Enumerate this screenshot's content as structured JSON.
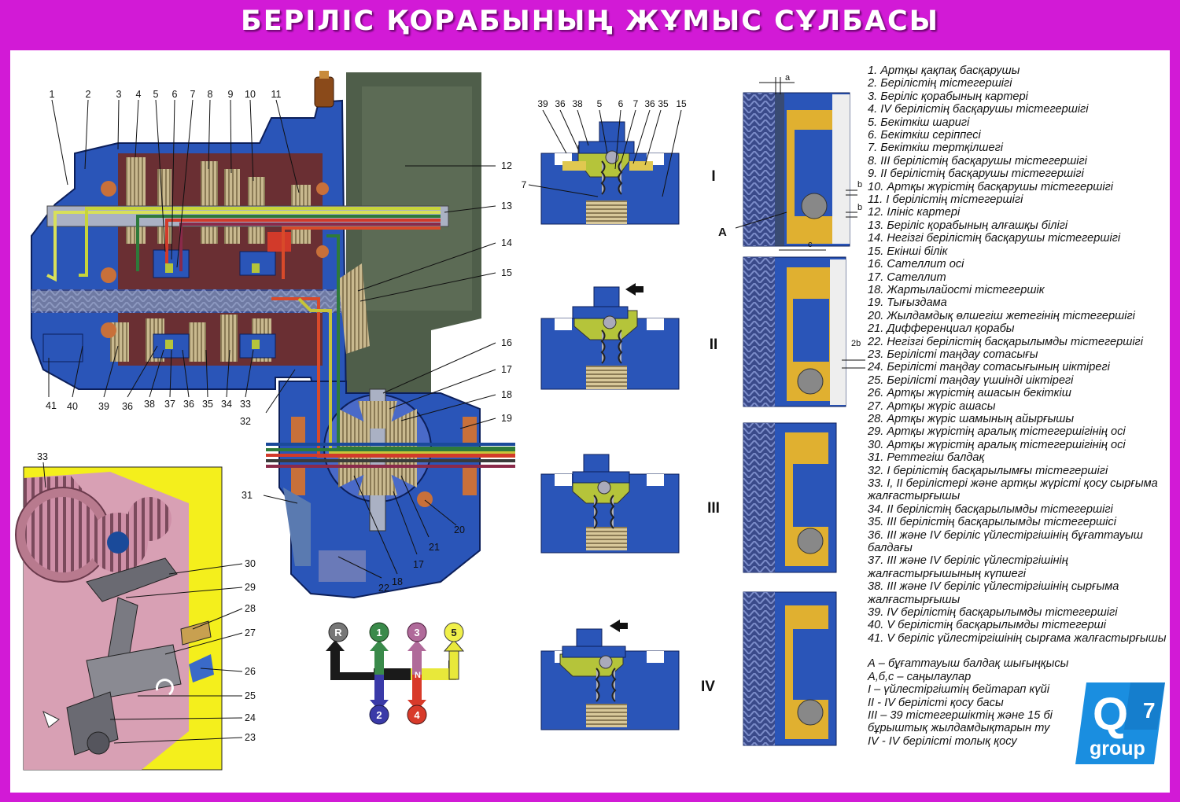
{
  "title": "БЕРІЛІС ҚОРАБЫНЫҢ ЖҰМЫС СҰЛБАСЫ",
  "main_callouts": [
    "1",
    "2",
    "3",
    "4",
    "5",
    "6",
    "7",
    "8",
    "9",
    "10",
    "11",
    "12",
    "13",
    "14",
    "15",
    "16",
    "17",
    "18",
    "19",
    "41",
    "40",
    "39",
    "36",
    "38",
    "37",
    "36",
    "35",
    "34",
    "33",
    "32",
    "31",
    "22",
    "18",
    "17",
    "21",
    "20"
  ],
  "linkage_callouts": [
    "33",
    "30",
    "29",
    "28",
    "27",
    "26",
    "25",
    "24",
    "23"
  ],
  "detail_callouts": [
    "39",
    "36",
    "38",
    "5",
    "6",
    "7",
    "36",
    "35",
    "15",
    "7"
  ],
  "positions": [
    "I",
    "II",
    "III",
    "IV"
  ],
  "clearance_labels": {
    "a": "a",
    "b": "b",
    "A": "A",
    "c": "c",
    "b2": "b",
    "2b": "2b"
  },
  "gear_pattern": {
    "reverse": "R",
    "first": "1",
    "second": "2",
    "third": "3",
    "fourth": "4",
    "fifth": "5",
    "neutral": "N"
  },
  "colors": {
    "background": "#d21ad6",
    "housing": "#2a55b8",
    "gear": "#c7b48a",
    "yellow_panel": "#f4ef1c",
    "pink_part": "#d8a0b4",
    "green_part": "#b5c43a"
  },
  "legend": [
    "1. Артқы қақпақ басқарушы",
    "2. Берілістің тістегершігі",
    "3. Беріліс қорабының картері",
    "4. IV берілістің басқарушы тістегершігі",
    "5. Бекіткіш шаригі",
    "6. Бекіткіш серіппесі",
    "7. Бекіткіш тертқілшегі",
    "8. III берілістің басқарушы тістегершігі",
    "9. II берілістің басқарушы тістегершігі",
    "10. Артқы жүрістің басқарушы тістегершігі",
    "11. I берілістің тістегершігі",
    "12. Ілініс картері",
    "13. Беріліс қорабының алғашқы білігі",
    "14. Негізгі берілістің басқарушы тістегершігі",
    "15. Екінші білік",
    "16. Сателлит осі",
    "17. Сателлит",
    "18. Жартылайості тістегершік",
    "19. Тығыздама",
    "20. Жылдамдық өлшегіш жетегінің тістегершігі",
    "21. Дифференциал қорабы",
    "22. Негізгі берілістің басқарылымды тістегершігі",
    "23. Берілісті таңдау сотасығы",
    "24. Берілісті таңдау сотасығының иіктірегі",
    "25. Берілісті таңдау үшиінді иіктірегі",
    "26. Артқы жүрістің ашасын бекіткіш",
    "27. Артқы жүріс ашасы",
    "28. Артқы жүріс шамының айырғышы",
    "29. Артқы жүрістің аралық тістегершігінің осі",
    "30. Артқы жүрістің аралық тістегершігінің осі",
    "31. Реттегіш балдақ",
    "32. I берілістің басқарылымғы тістегершігі",
    "33. I, II берілістері және артқы жүрісті қосу сырғыма жалғастырғышы",
    "34. II берілістің басқарылымды тістегершігі",
    "35. III  берілістің басқарылымды тістегершісі",
    "36. III және IV беріліс үйлестіргішінің бұғаттауыш балдағы",
    "37. III және IV беріліс үйлестіргішінің жалғастырғышының күпшегі",
    "38. III және IV беріліс үйлестіргішінің сырғыма жалғастырғышы",
    "39. IV берілістің басқарылымды тістегершігі",
    "40. V берілістің басқарылымды тістегерші",
    "41. V беріліс үйлестіргішінің сырғамa жалғастырғышы"
  ],
  "notes": [
    "А – бұғаттауыш балдақ шығыңқысы",
    "А,б,с – саңылаулар",
    "I – үйлестіргіштің бейтарап күйі",
    "II - IV берілісті қосу басы",
    "III – 39 тістегершіктің және 15 бі",
    "бұрыштық жылдамдықтарын ту",
    "IV - IV берілісті толық қосу"
  ],
  "logo": {
    "letter": "Q",
    "number": "7",
    "word": "group"
  }
}
